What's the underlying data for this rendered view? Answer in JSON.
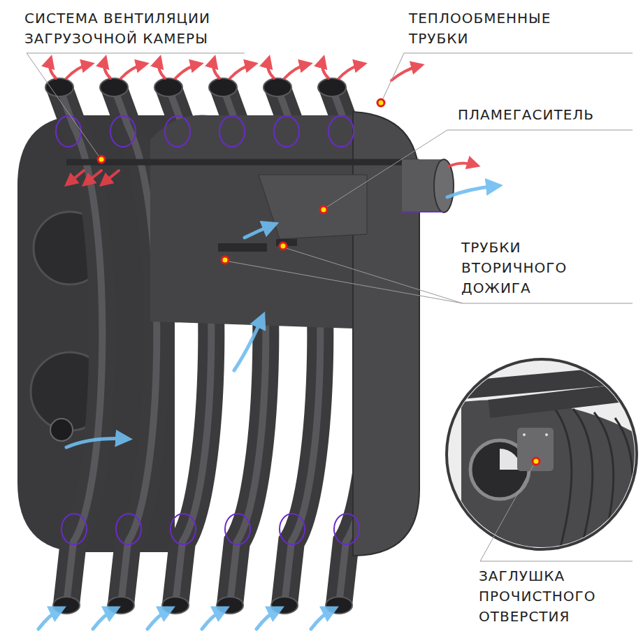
{
  "diagram": {
    "labels": [
      "СИСТЕМА ВЕНТИЛЯЦИИ ЗАГРУЗОЧНОЙ КАМЕРЫ",
      "ТЕПЛООБМЕННЫЕ ТРУБКИ",
      "ПЛАМЕГАСИТЕЛЬ",
      "ТРУБКИ ВТОРИЧНОГО ДОЖИГА",
      "ЗАГЛУШКА ПРОЧИСТНОГО ОТВЕРСТИЯ"
    ]
  }
}
